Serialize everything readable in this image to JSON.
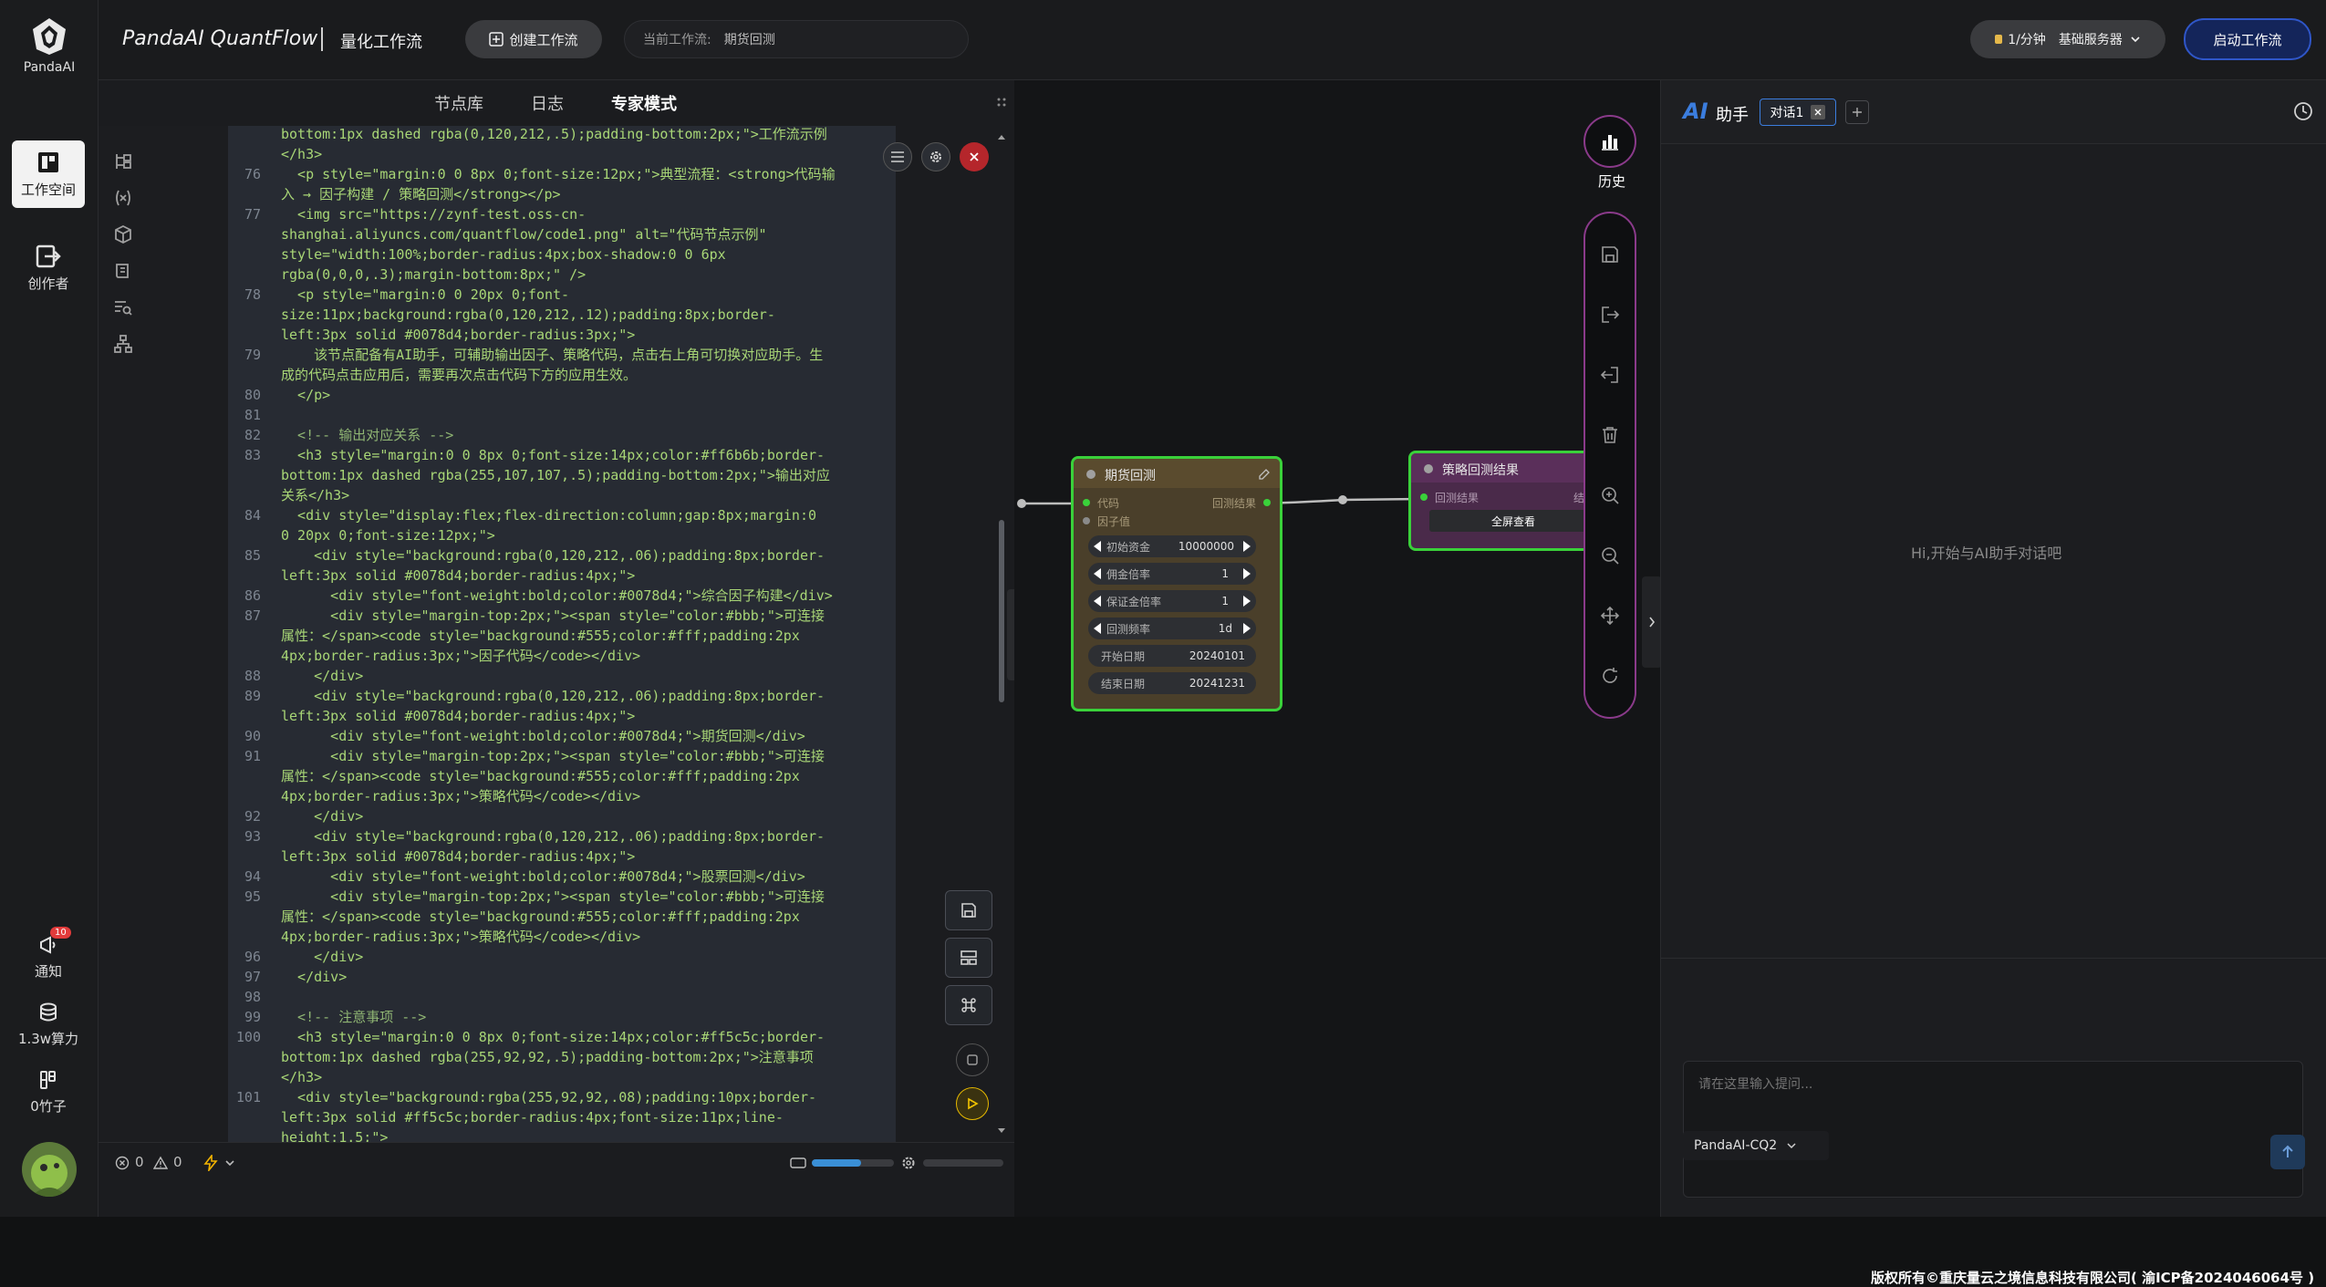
{
  "sidebar": {
    "logo_text": "PandaAI",
    "items": [
      {
        "label": "工作空间",
        "icon": "workspace-icon"
      },
      {
        "label": "创作者",
        "icon": "creator-icon"
      }
    ],
    "bottom": [
      {
        "label": "通知",
        "badge": "10",
        "icon": "bell-icon"
      },
      {
        "label": "1.3w算力",
        "icon": "database-icon"
      },
      {
        "label": "0竹子",
        "icon": "bamboo-icon"
      }
    ]
  },
  "header": {
    "brand": "PandaAI QuantFlow",
    "section": "量化工作流",
    "create_button": "创建工作流",
    "current_label": "当前工作流:",
    "current_value": "期货回测",
    "server_rate": "1/分钟",
    "server_name": "基础服务器",
    "start_button": "启动工作流"
  },
  "left_tabs": [
    "节点库",
    "日志",
    "专家模式"
  ],
  "editor": {
    "lines": [
      {
        "n": "",
        "t": "bottom:1px dashed rgba(0,120,212,.5);padding-bottom:2px;\">工作流示例"
      },
      {
        "n": "",
        "t": "</h3>"
      },
      {
        "n": "76",
        "t": "  <p style=\"margin:0 0 8px 0;font-size:12px;\">典型流程：<strong>代码输"
      },
      {
        "n": "",
        "t": "入 → 因子构建 / 策略回测</strong></p>"
      },
      {
        "n": "77",
        "t": "  <img src=\"https://zynf-test.oss-cn-"
      },
      {
        "n": "",
        "t": "shanghai.aliyuncs.com/quantflow/code1.png\" alt=\"代码节点示例\""
      },
      {
        "n": "",
        "t": "style=\"width:100%;border-radius:4px;box-shadow:0 0 6px"
      },
      {
        "n": "",
        "t": "rgba(0,0,0,.3);margin-bottom:8px;\" />"
      },
      {
        "n": "78",
        "t": "  <p style=\"margin:0 0 20px 0;font-"
      },
      {
        "n": "",
        "t": "size:11px;background:rgba(0,120,212,.12);padding:8px;border-"
      },
      {
        "n": "",
        "t": "left:3px solid #0078d4;border-radius:3px;\">"
      },
      {
        "n": "79",
        "t": "    该节点配备有AI助手，可辅助输出因子、策略代码，点击右上角可切换对应助手。生"
      },
      {
        "n": "",
        "t": "成的代码点击应用后，需要再次点击代码下方的应用生效。"
      },
      {
        "n": "80",
        "t": "  </p>"
      },
      {
        "n": "81",
        "t": ""
      },
      {
        "n": "82",
        "t": "  <!-- 输出对应关系 -->"
      },
      {
        "n": "83",
        "t": "  <h3 style=\"margin:0 0 8px 0;font-size:14px;color:#ff6b6b;border-"
      },
      {
        "n": "",
        "t": "bottom:1px dashed rgba(255,107,107,.5);padding-bottom:2px;\">输出对应"
      },
      {
        "n": "",
        "t": "关系</h3>"
      },
      {
        "n": "84",
        "t": "  <div style=\"display:flex;flex-direction:column;gap:8px;margin:0"
      },
      {
        "n": "",
        "t": "0 20px 0;font-size:12px;\">"
      },
      {
        "n": "85",
        "t": "    <div style=\"background:rgba(0,120,212,.06);padding:8px;border-"
      },
      {
        "n": "",
        "t": "left:3px solid #0078d4;border-radius:4px;\">"
      },
      {
        "n": "86",
        "t": "      <div style=\"font-weight:bold;color:#0078d4;\">综合因子构建</div>"
      },
      {
        "n": "87",
        "t": "      <div style=\"margin-top:2px;\"><span style=\"color:#bbb;\">可连接"
      },
      {
        "n": "",
        "t": "属性：</span><code style=\"background:#555;color:#fff;padding:2px"
      },
      {
        "n": "",
        "t": "4px;border-radius:3px;\">因子代码</code></div>"
      },
      {
        "n": "88",
        "t": "    </div>"
      },
      {
        "n": "89",
        "t": "    <div style=\"background:rgba(0,120,212,.06);padding:8px;border-"
      },
      {
        "n": "",
        "t": "left:3px solid #0078d4;border-radius:4px;\">"
      },
      {
        "n": "90",
        "t": "      <div style=\"font-weight:bold;color:#0078d4;\">期货回测</div>"
      },
      {
        "n": "91",
        "t": "      <div style=\"margin-top:2px;\"><span style=\"color:#bbb;\">可连接"
      },
      {
        "n": "",
        "t": "属性：</span><code style=\"background:#555;color:#fff;padding:2px"
      },
      {
        "n": "",
        "t": "4px;border-radius:3px;\">策略代码</code></div>"
      },
      {
        "n": "92",
        "t": "    </div>"
      },
      {
        "n": "93",
        "t": "    <div style=\"background:rgba(0,120,212,.06);padding:8px;border-"
      },
      {
        "n": "",
        "t": "left:3px solid #0078d4;border-radius:4px;\">"
      },
      {
        "n": "94",
        "t": "      <div style=\"font-weight:bold;color:#0078d4;\">股票回测</div>"
      },
      {
        "n": "95",
        "t": "      <div style=\"margin-top:2px;\"><span style=\"color:#bbb;\">可连接"
      },
      {
        "n": "",
        "t": "属性：</span><code style=\"background:#555;color:#fff;padding:2px"
      },
      {
        "n": "",
        "t": "4px;border-radius:3px;\">策略代码</code></div>"
      },
      {
        "n": "96",
        "t": "    </div>"
      },
      {
        "n": "97",
        "t": "  </div>"
      },
      {
        "n": "98",
        "t": ""
      },
      {
        "n": "99",
        "t": "  <!-- 注意事项 -->"
      },
      {
        "n": "100",
        "t": "  <h3 style=\"margin:0 0 8px 0;font-size:14px;color:#ff5c5c;border-"
      },
      {
        "n": "",
        "t": "bottom:1px dashed rgba(255,92,92,.5);padding-bottom:2px;\">注意事项"
      },
      {
        "n": "",
        "t": "</h3>"
      },
      {
        "n": "101",
        "t": "  <div style=\"background:rgba(255,92,92,.08);padding:10px;border-"
      },
      {
        "n": "",
        "t": "left:3px solid #ff5c5c;border-radius:4px;font-size:11px;line-"
      },
      {
        "n": "",
        "t": "height:1.5;\">"
      }
    ]
  },
  "status_bar": {
    "errors": "0",
    "warnings": "0"
  },
  "nodes": {
    "futures": {
      "title": "期货回测",
      "port_in": "代码",
      "port_in2": "因子值",
      "port_out": "回测结果",
      "params": [
        {
          "label": "初始资金",
          "value": "10000000",
          "stepper": true
        },
        {
          "label": "佣金倍率",
          "value": "1",
          "stepper": true
        },
        {
          "label": "保证金倍率",
          "value": "1",
          "stepper": true
        },
        {
          "label": "回测频率",
          "value": "1d",
          "stepper": true
        },
        {
          "label": "开始日期",
          "value": "20240101",
          "stepper": false
        },
        {
          "label": "结束日期",
          "value": "20241231",
          "stepper": false
        }
      ]
    },
    "result": {
      "title": "策略回测结果",
      "port_in": "回测结果",
      "port_out": "结",
      "button": "全屏查看"
    }
  },
  "canvas": {
    "history_label": "历史"
  },
  "assistant": {
    "title_ai": "AI",
    "title": "助手",
    "tab": "对话1",
    "welcome": "Hi,开始与AI助手对话吧",
    "input_placeholder": "请在这里输入提问...",
    "model": "PandaAI-CQ2"
  },
  "footer": "版权所有©重庆量云之境信息科技有限公司( 渝ICP备2024046064号 )",
  "colors": {
    "accent": "#0078d4",
    "node_border": "#3ad13a",
    "node_purple": "#7a3a7a",
    "code_green": "#a8d676"
  }
}
